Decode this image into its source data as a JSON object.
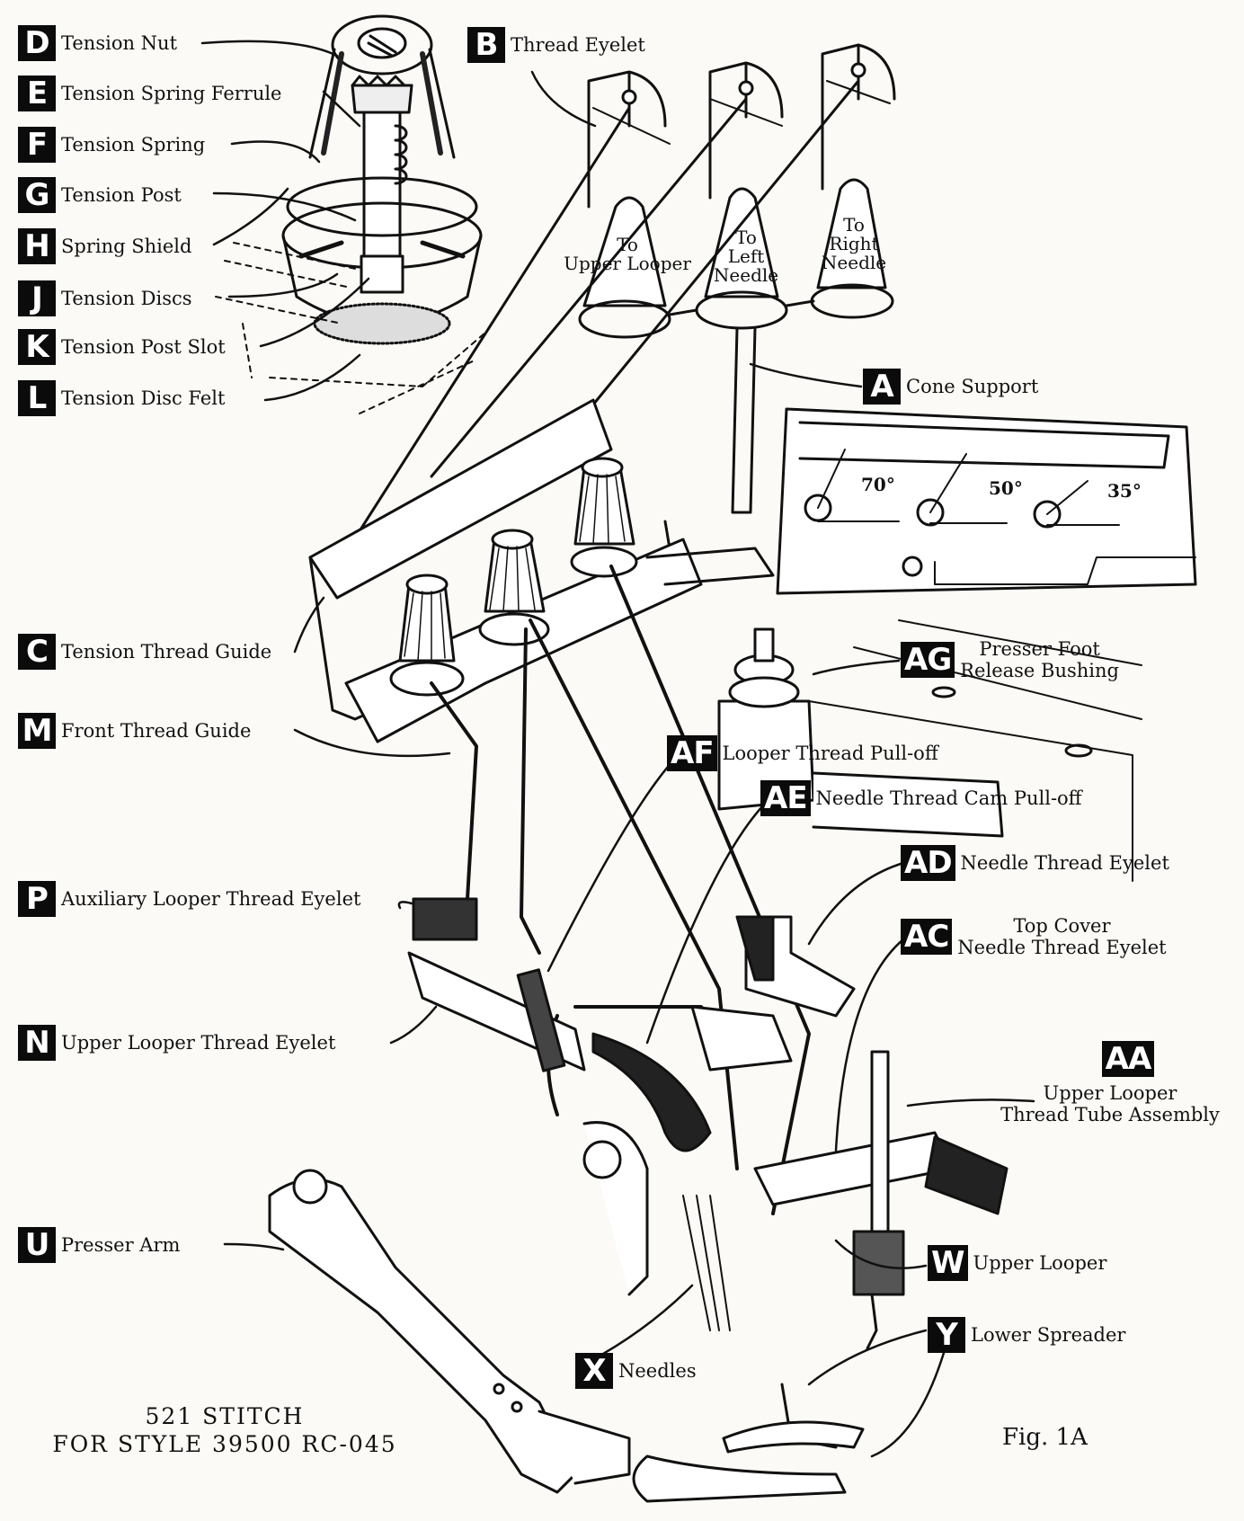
{
  "callouts": {
    "D": {
      "letter": "D",
      "text": "Tension Nut"
    },
    "E": {
      "letter": "E",
      "text": "Tension Spring Ferrule"
    },
    "F": {
      "letter": "F",
      "text": "Tension Spring"
    },
    "G": {
      "letter": "G",
      "text": "Tension Post"
    },
    "H": {
      "letter": "H",
      "text": "Spring Shield"
    },
    "J": {
      "letter": "J",
      "text": "Tension Discs"
    },
    "K": {
      "letter": "K",
      "text": "Tension Post Slot"
    },
    "L": {
      "letter": "L",
      "text": "Tension Disc Felt"
    },
    "B": {
      "letter": "B",
      "text": "Thread Eyelet"
    },
    "A": {
      "letter": "A",
      "text": "Cone Support"
    },
    "C": {
      "letter": "C",
      "text": "Tension Thread Guide"
    },
    "M": {
      "letter": "M",
      "text": "Front Thread Guide"
    },
    "AG": {
      "letter": "AG",
      "line1": "Presser Foot",
      "line2": "Release Bushing"
    },
    "AF": {
      "letter": "AF",
      "text": "Looper Thread Pull-off"
    },
    "AE": {
      "letter": "AE",
      "text": "Needle Thread Cam Pull-off"
    },
    "AD": {
      "letter": "AD",
      "text": "Needle Thread Eyelet"
    },
    "AC": {
      "letter": "AC",
      "line1": "Top Cover",
      "line2": "Needle Thread Eyelet"
    },
    "P": {
      "letter": "P",
      "text": "Auxiliary Looper Thread Eyelet"
    },
    "N": {
      "letter": "N",
      "text": "Upper Looper Thread Eyelet"
    },
    "AA": {
      "letter": "AA",
      "line1": "Upper Looper",
      "line2": "Thread Tube Assembly"
    },
    "U": {
      "letter": "U",
      "text": "Presser Arm"
    },
    "W": {
      "letter": "W",
      "text": "Upper Looper"
    },
    "Y": {
      "letter": "Y",
      "text": "Lower Spreader"
    },
    "X": {
      "letter": "X",
      "text": "Needles"
    }
  },
  "cones": {
    "upper_looper": {
      "line1": "To",
      "line2": "Upper Looper"
    },
    "left_needle": {
      "line1": "To",
      "line2": "Left",
      "line3": "Needle"
    },
    "right_needle": {
      "line1": "To",
      "line2": "Right",
      "line3": "Needle"
    }
  },
  "angles": {
    "a1": "70°",
    "a2": "50°",
    "a3": "35°"
  },
  "caption": {
    "line1": "521 STITCH",
    "line2": "FOR STYLE 39500 RC-045"
  },
  "figure_label": "Fig. 1A"
}
